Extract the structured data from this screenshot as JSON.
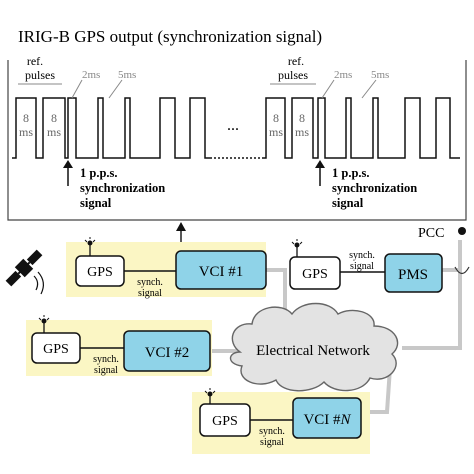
{
  "irig": {
    "title": "IRIG-B GPS output (synchronization signal)",
    "ref_line1": "ref.",
    "ref_line2": "pulses",
    "ref2_line1": "ref.",
    "ref2_line2": "pulses",
    "label_2ms": "2ms",
    "label_5ms": "5ms",
    "label_2ms_b": "2ms",
    "label_5ms_b": "5ms",
    "pulse_num": "8",
    "pulse_unit": "ms",
    "ellipsis": "...",
    "pps_line1": "1 p.p.s.",
    "pps_line2": "synchronization",
    "pps_line3": "signal"
  },
  "network": {
    "pcc_label": "PCC",
    "cloud_label": "Electrical Network",
    "gps_label": "GPS",
    "synch_line1": "synch.",
    "synch_line2": "signal",
    "vci1_label": "VCI #1",
    "vci2_label": "VCI #2",
    "vcin_prefix": "VCI #",
    "vcin_suffix": "N",
    "pms_label": "PMS"
  },
  "colors": {
    "highlight_yellow": "#fbf6c4",
    "box_blue": "#8fd3e8",
    "cloud_gray": "#e3e3e3",
    "line_gray": "#c8c8c8"
  }
}
